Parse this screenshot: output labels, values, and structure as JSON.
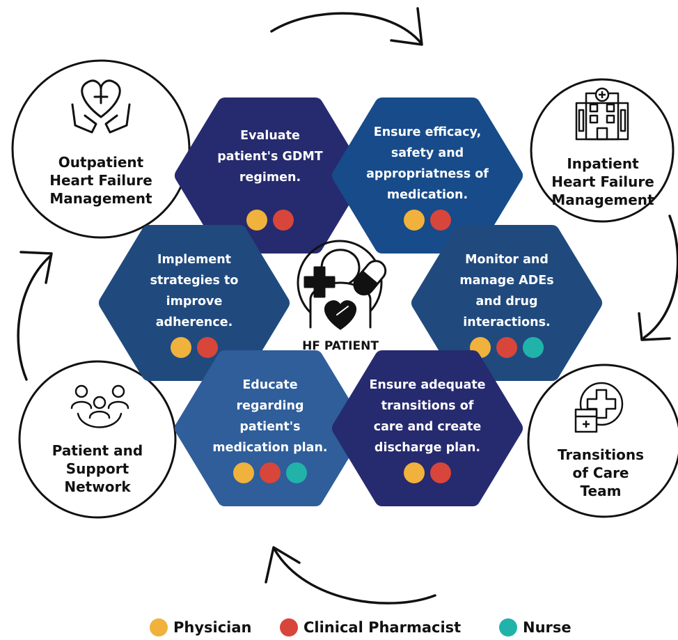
{
  "colors": {
    "hex_dark": "#262a6e",
    "hex_mid": "#204a7e",
    "hex_blue": "#174b8a",
    "hex_light": "#2f5e9a",
    "physician": "#f0b23c",
    "pharmacist": "#d8453b",
    "nurse": "#21b3aa"
  },
  "center": {
    "label": "HF PATIENT"
  },
  "hexes": [
    {
      "id": "evaluate",
      "lines": [
        "Evaluate",
        "patient's GDMT",
        "regimen."
      ],
      "roles": [
        "physician",
        "pharmacist"
      ]
    },
    {
      "id": "efficacy",
      "lines": [
        "Ensure efficacy,",
        "safety and",
        "appropriatness of",
        "medication."
      ],
      "roles": [
        "physician",
        "pharmacist"
      ]
    },
    {
      "id": "adherence",
      "lines": [
        "Implement",
        "strategies to",
        "improve",
        "adherence."
      ],
      "roles": [
        "physician",
        "pharmacist"
      ]
    },
    {
      "id": "monitor",
      "lines": [
        "Monitor and",
        "manage ADEs",
        "and drug",
        "interactions."
      ],
      "roles": [
        "physician",
        "pharmacist",
        "nurse"
      ]
    },
    {
      "id": "educate",
      "lines": [
        "Educate",
        "regarding",
        "patient's",
        "medication plan."
      ],
      "roles": [
        "physician",
        "pharmacist",
        "nurse"
      ]
    },
    {
      "id": "transitions",
      "lines": [
        "Ensure adequate",
        "transitions of",
        "care and create",
        "discharge plan."
      ],
      "roles": [
        "physician",
        "pharmacist"
      ]
    }
  ],
  "circles": [
    {
      "id": "outpatient",
      "lines": [
        "Outpatient",
        "Heart Failure",
        "Management"
      ],
      "icon": "heart-hands-icon"
    },
    {
      "id": "inpatient",
      "lines": [
        "Inpatient",
        "Heart Failure",
        "Management"
      ],
      "icon": "hospital-icon"
    },
    {
      "id": "transitions-team",
      "lines": [
        "Transitions",
        "of Care",
        "Team"
      ],
      "icon": "medical-records-icon"
    },
    {
      "id": "support",
      "lines": [
        "Patient and",
        "Support",
        "Network"
      ],
      "icon": "people-group-icon"
    }
  ],
  "legend": {
    "physician": "Physician",
    "pharmacist": "Clinical Pharmacist",
    "nurse": "Nurse"
  }
}
